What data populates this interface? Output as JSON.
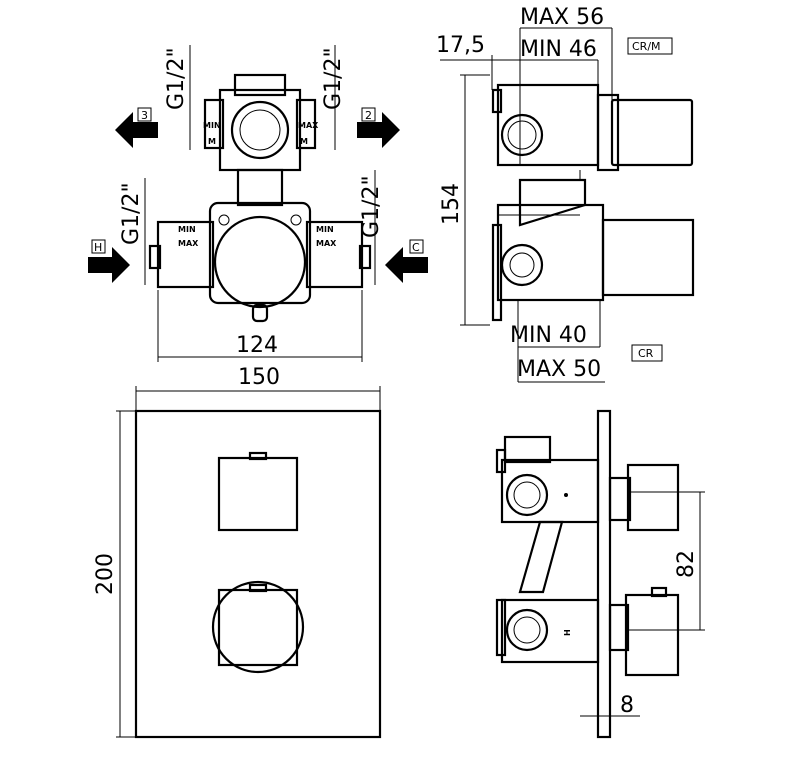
{
  "labels": {
    "g_top_left": "G1/2\"",
    "g_top_right": "G1/2\"",
    "g_mid_left": "G1/2\"",
    "g_mid_right": "G1/2\"",
    "dim_124": "124",
    "dim_150": "150",
    "dim_200": "200",
    "dim_154": "154",
    "dim_17_5": "17,5",
    "max_56": "MAX 56",
    "min_46": "MIN 46",
    "cr_m": "CR/M",
    "min_40": "MIN 40",
    "max_50": "MAX 50",
    "cr": "CR",
    "dim_82": "82",
    "dim_8": "8",
    "port_3": "3",
    "port_2": "2",
    "port_h": "H",
    "port_c": "C",
    "tag_min": "MIN",
    "tag_max": "MAX",
    "tag_min_v": "MIN",
    "tag_max_v": "MAX",
    "tag_m": "M",
    "side_c": "C",
    "side_h": "H"
  }
}
